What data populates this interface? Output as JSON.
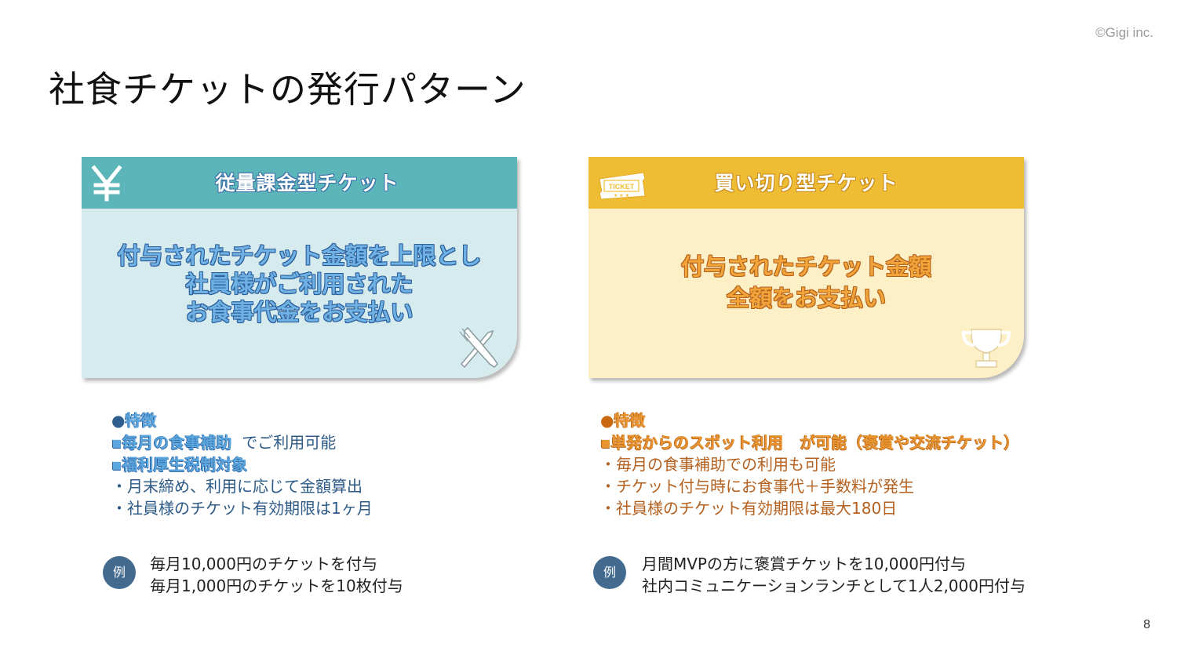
{
  "copyright": "©Gigi inc.",
  "title": "社食チケットの発行パターン",
  "page_number": "8",
  "colors": {
    "teal_header": "#5cb5b8",
    "teal_body": "#d6ebee",
    "yellow_header": "#efbd34",
    "yellow_body": "#fdefc6",
    "blue_text": "#2c5a87",
    "orange_text": "#b4601e",
    "badge": "#436b90"
  },
  "left_card": {
    "header_icon": "yen-icon",
    "header_title": "従量課金型チケット",
    "body_lines": [
      "付与されたチケット金額を上限とし",
      "社員様がご利用された",
      "お食事代金をお支払い"
    ],
    "deco_icon": "fork-knife-icon"
  },
  "right_card": {
    "header_icon": "ticket-icon",
    "header_icon_text": "TICKET",
    "header_title": "買い切り型チケット",
    "body_lines": [
      "付与されたチケット金額",
      "全額をお支払い"
    ],
    "deco_icon": "trophy-icon"
  },
  "left_features": {
    "heading_bullet": "●",
    "heading": "特徴",
    "items": [
      {
        "text": "▪毎月の食事補助",
        "suffix": "でご利用可能"
      },
      {
        "text": "▪福利厚生税制対象"
      },
      {
        "text": "・月末締め、利用に応じて金額算出"
      },
      {
        "text": "・社員様のチケット有効期限は1ヶ月"
      }
    ]
  },
  "right_features": {
    "heading_bullet": "●",
    "heading": "特徴",
    "items": [
      {
        "text": "▪単発からのスポット利用",
        "suffix": "が可能（褒賞や交流チケット）"
      },
      {
        "text": "・毎月の食事補助での利用も可能"
      },
      {
        "text": "・チケット付与時にお食事代＋手数料が発生"
      },
      {
        "text": "・社員様のチケット有効期限は最大180日"
      }
    ]
  },
  "left_example": {
    "badge": "例",
    "lines": [
      "毎月10,000円のチケットを付与",
      "毎月1,000円のチケットを10枚付与"
    ]
  },
  "right_example": {
    "badge": "例",
    "lines": [
      "月間MVPの方に褒賞チケットを10,000円付与",
      "社内コミュニケーションランチとして1人2,000円付与"
    ]
  }
}
